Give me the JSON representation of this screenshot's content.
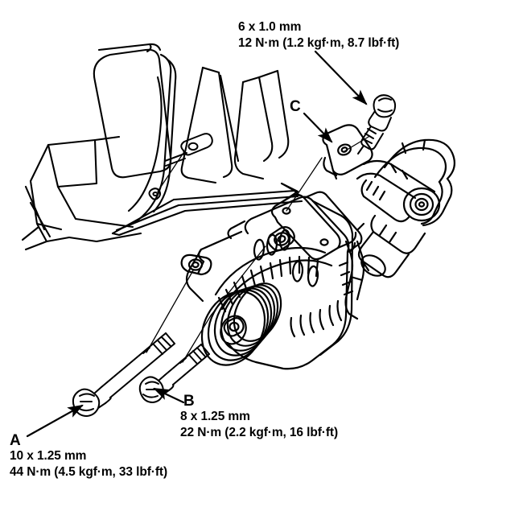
{
  "figure": {
    "title": "Alternator mounting and torque specifications",
    "subject": "alternator-assembly-exploded-view",
    "background_color": "#ffffff",
    "line_color": "#000000",
    "text_color": "#000000"
  },
  "callouts": {
    "c": {
      "letter": "C",
      "thread_size": "6 x 1.0 mm",
      "torque": "12 N·m (1.2 kgf·m, 8.7 lbf·ft)"
    },
    "b": {
      "letter": "B",
      "thread_size": "8 x 1.25 mm",
      "torque": "22 N·m (2.2 kgf·m, 16 lbf·ft)"
    },
    "a": {
      "letter": "A",
      "thread_size": "10 x 1.25 mm",
      "torque": "44 N·m (4.5 kgf·m, 33 lbf·ft)"
    }
  },
  "parts": {
    "alternator": "alternator-body",
    "pulley": "serpentine-pulley",
    "bracket": "mounting-bracket",
    "tab": "wire-terminal-tab",
    "engine_block": "engine-block-outline",
    "hoses": "coolant-hose-assembly",
    "bolt_a": "long-mounting-bolt-10mm",
    "bolt_b": "mounting-bolt-8mm",
    "bolt_c": "terminal-bolt-6mm"
  }
}
